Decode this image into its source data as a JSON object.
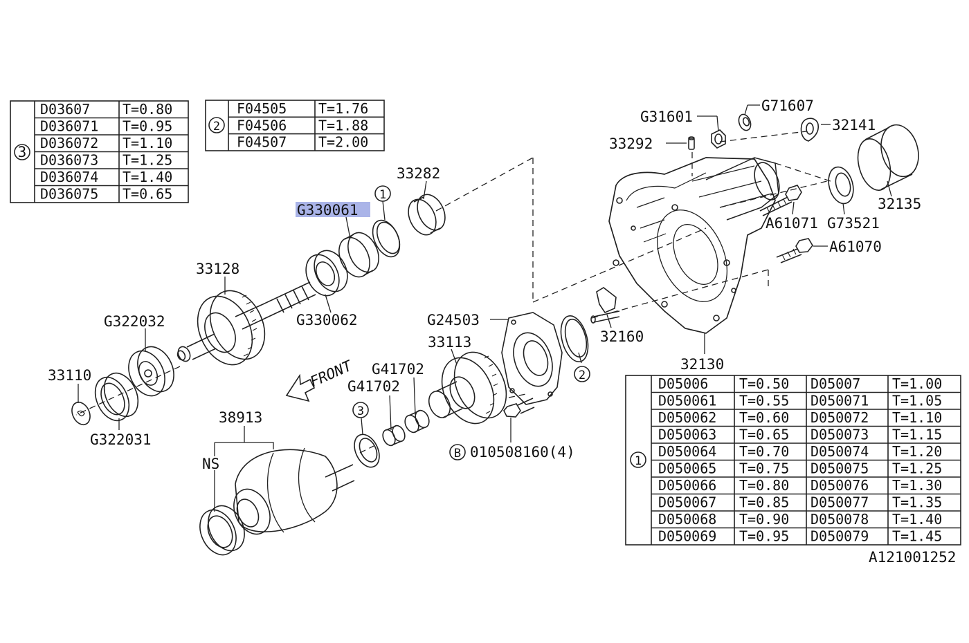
{
  "diagram_code": "A121001252",
  "highlighted_part": "G330061",
  "highlight_color": "#aab4e8",
  "line_color": "#222222",
  "front_label": "FRONT",
  "ns_label": "NS",
  "circled": {
    "one": "1",
    "two": "2",
    "three": "3",
    "b": "B"
  },
  "parts": {
    "p33128": "33128",
    "p33282": "33282",
    "pG330061": "G330061",
    "pG330062": "G330062",
    "pG322032": "G322032",
    "pG322031": "G322031",
    "p33110": "33110",
    "p38913": "38913",
    "pG41702a": "G41702",
    "pG41702b": "G41702",
    "pG24503": "G24503",
    "p33113": "33113",
    "p010508160": "010508160(4)",
    "p32160": "32160",
    "p32130": "32130",
    "pG31601": "G31601",
    "pG71607": "G71607",
    "p32141": "32141",
    "p33292": "33292",
    "p32135": "32135",
    "pA61071": "A61071",
    "pG73521": "G73521",
    "pA61070": "A61070"
  },
  "table3": [
    [
      "D03607",
      "T=0.80"
    ],
    [
      "D036071",
      "T=0.95"
    ],
    [
      "D036072",
      "T=1.10"
    ],
    [
      "D036073",
      "T=1.25"
    ],
    [
      "D036074",
      "T=1.40"
    ],
    [
      "D036075",
      "T=0.65"
    ]
  ],
  "table2": [
    [
      "F04505",
      "T=1.76"
    ],
    [
      "F04506",
      "T=1.88"
    ],
    [
      "F04507",
      "T=2.00"
    ]
  ],
  "table1": [
    [
      "D05006",
      "T=0.50",
      "D05007",
      "T=1.00"
    ],
    [
      "D050061",
      "T=0.55",
      "D050071",
      "T=1.05"
    ],
    [
      "D050062",
      "T=0.60",
      "D050072",
      "T=1.10"
    ],
    [
      "D050063",
      "T=0.65",
      "D050073",
      "T=1.15"
    ],
    [
      "D050064",
      "T=0.70",
      "D050074",
      "T=1.20"
    ],
    [
      "D050065",
      "T=0.75",
      "D050075",
      "T=1.25"
    ],
    [
      "D050066",
      "T=0.80",
      "D050076",
      "T=1.30"
    ],
    [
      "D050067",
      "T=0.85",
      "D050077",
      "T=1.35"
    ],
    [
      "D050068",
      "T=0.90",
      "D050078",
      "T=1.40"
    ],
    [
      "D050069",
      "T=0.95",
      "D050079",
      "T=1.45"
    ]
  ]
}
